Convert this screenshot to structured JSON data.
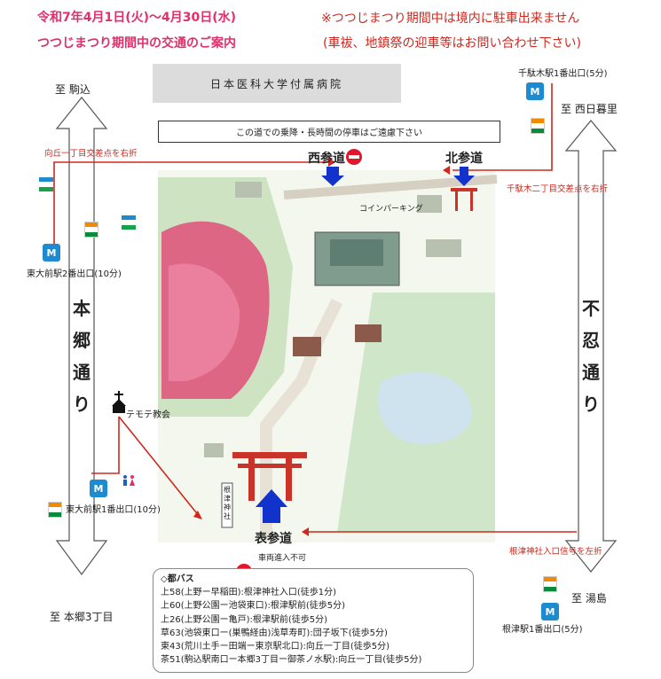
{
  "header": {
    "dates": "令和7年4月1日(火)〜4月30日(水)",
    "subtitle": "つつじまつり期間中の交通のご案内",
    "note1": "※つつじまつり期間中は境内に駐車出来ません",
    "note2": "(車祓、地鎮祭の迎車等はお問い合わせ下さい)"
  },
  "map": {
    "hospital": "日本医科大学付属病院",
    "stop_notice": "この道での乗降・長時間の停車はご遠慮下さい",
    "left_street": [
      "本",
      "郷",
      "通",
      "り"
    ],
    "right_street": [
      "不",
      "忍",
      "通",
      "り"
    ],
    "to_komagome": "至 駒込",
    "to_nishinippori": "至 西日暮里",
    "to_hongo3": "至 本郷3丁目",
    "to_yushima": "至 湯島",
    "mukogaoka_turn": "向丘一丁目交差点を右折",
    "sendagi2_turn": "千駄木二丁目交差点を右折",
    "nezu_turn": "根津神社入口信号を左折",
    "sendagi_station": "千駄木駅1番出口(5分)",
    "todaimae2": "東大前駅2番出口(10分)",
    "todaimae1": "東大前駅1番出口(10分)",
    "nezu_station": "根津駅1番出口(5分)",
    "church": "テモテ教会",
    "west_gate": "西参道",
    "north_gate": "北参道",
    "main_gate": "表参道",
    "coin_parking": "コインパーキング",
    "no_vehicles": "車両進入不可",
    "shrine_sign": "根津神社",
    "metro_icon_letter": "M"
  },
  "bus": {
    "title": "◇都バス",
    "routes": [
      "上58(上野ー早稲田):根津神社入口(徒歩1分)",
      "上60(上野公園ー池袋東口):根津駅前(徒歩5分)",
      "上26(上野公園ー亀戸):根津駅前(徒歩5分)",
      "草63(池袋東口ー(巣鴨経由)浅草寿町):団子坂下(徒歩5分)",
      "東43(荒川土手ー田端ー東京駅北口):向丘一丁目(徒歩5分)",
      "茶51(駒込駅南口ー本郷3丁目ー御茶ノ水駅):向丘一丁目(徒歩5分)"
    ]
  },
  "colors": {
    "title_pink": "#e0306a",
    "route_red": "#d0281e",
    "metro_blue": "#1e8bd0",
    "arrow_blue": "#1133cc",
    "torii_red": "#c9332a",
    "azalea": "#e0507a"
  }
}
